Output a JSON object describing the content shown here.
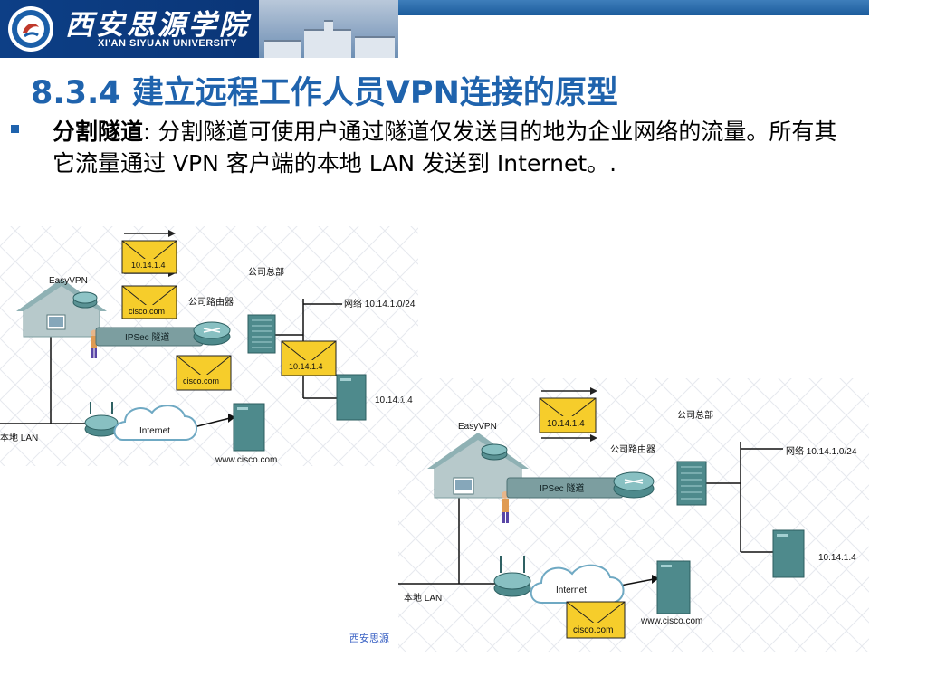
{
  "header": {
    "school_name_cn": "西安思源学院",
    "school_name_en": "XI'AN SIYUAN UNIVERSITY"
  },
  "slide": {
    "title": "8.3.4 建立远程工作人员VPN连接的原型",
    "bullet_term": "分割隧道",
    "bullet_text": ": 分割隧道可使用户通过隧道仅发送目的地为企业网络的流量。所有其它流量通过 VPN 客户端的本地 LAN 发送到 Internet。."
  },
  "diagrams": [
    {
      "easyvpn": "EasyVPN",
      "hq": "公司总部",
      "router": "公司路由器",
      "tunnel": "IPSec 隧道",
      "internet": "Internet",
      "local_lan": "本地 LAN",
      "network": "网络 10.14.1.0/24",
      "server_ip": "10.14.1.4",
      "website": "www.cisco.com",
      "envelope_ip": "10.14.1.4",
      "envelope_site": "cisco.com"
    },
    {
      "easyvpn": "EasyVPN",
      "hq": "公司总部",
      "router": "公司路由器",
      "tunnel": "IPSec 隧道",
      "internet": "Internet",
      "local_lan": "本地 LAN",
      "network": "网络 10.14.1.0/24",
      "server_ip": "10.14.1.4",
      "website": "www.cisco.com",
      "envelope_ip": "10.14.1.4",
      "envelope_site": "cisco.com"
    }
  ],
  "footer": {
    "text": "西安思源"
  },
  "colors": {
    "title": "#1f63ad",
    "banner": "#0d3f86",
    "envelope": "#f6cd2b",
    "device": "#4e8a8c",
    "tunnel": "#6c8f91"
  }
}
